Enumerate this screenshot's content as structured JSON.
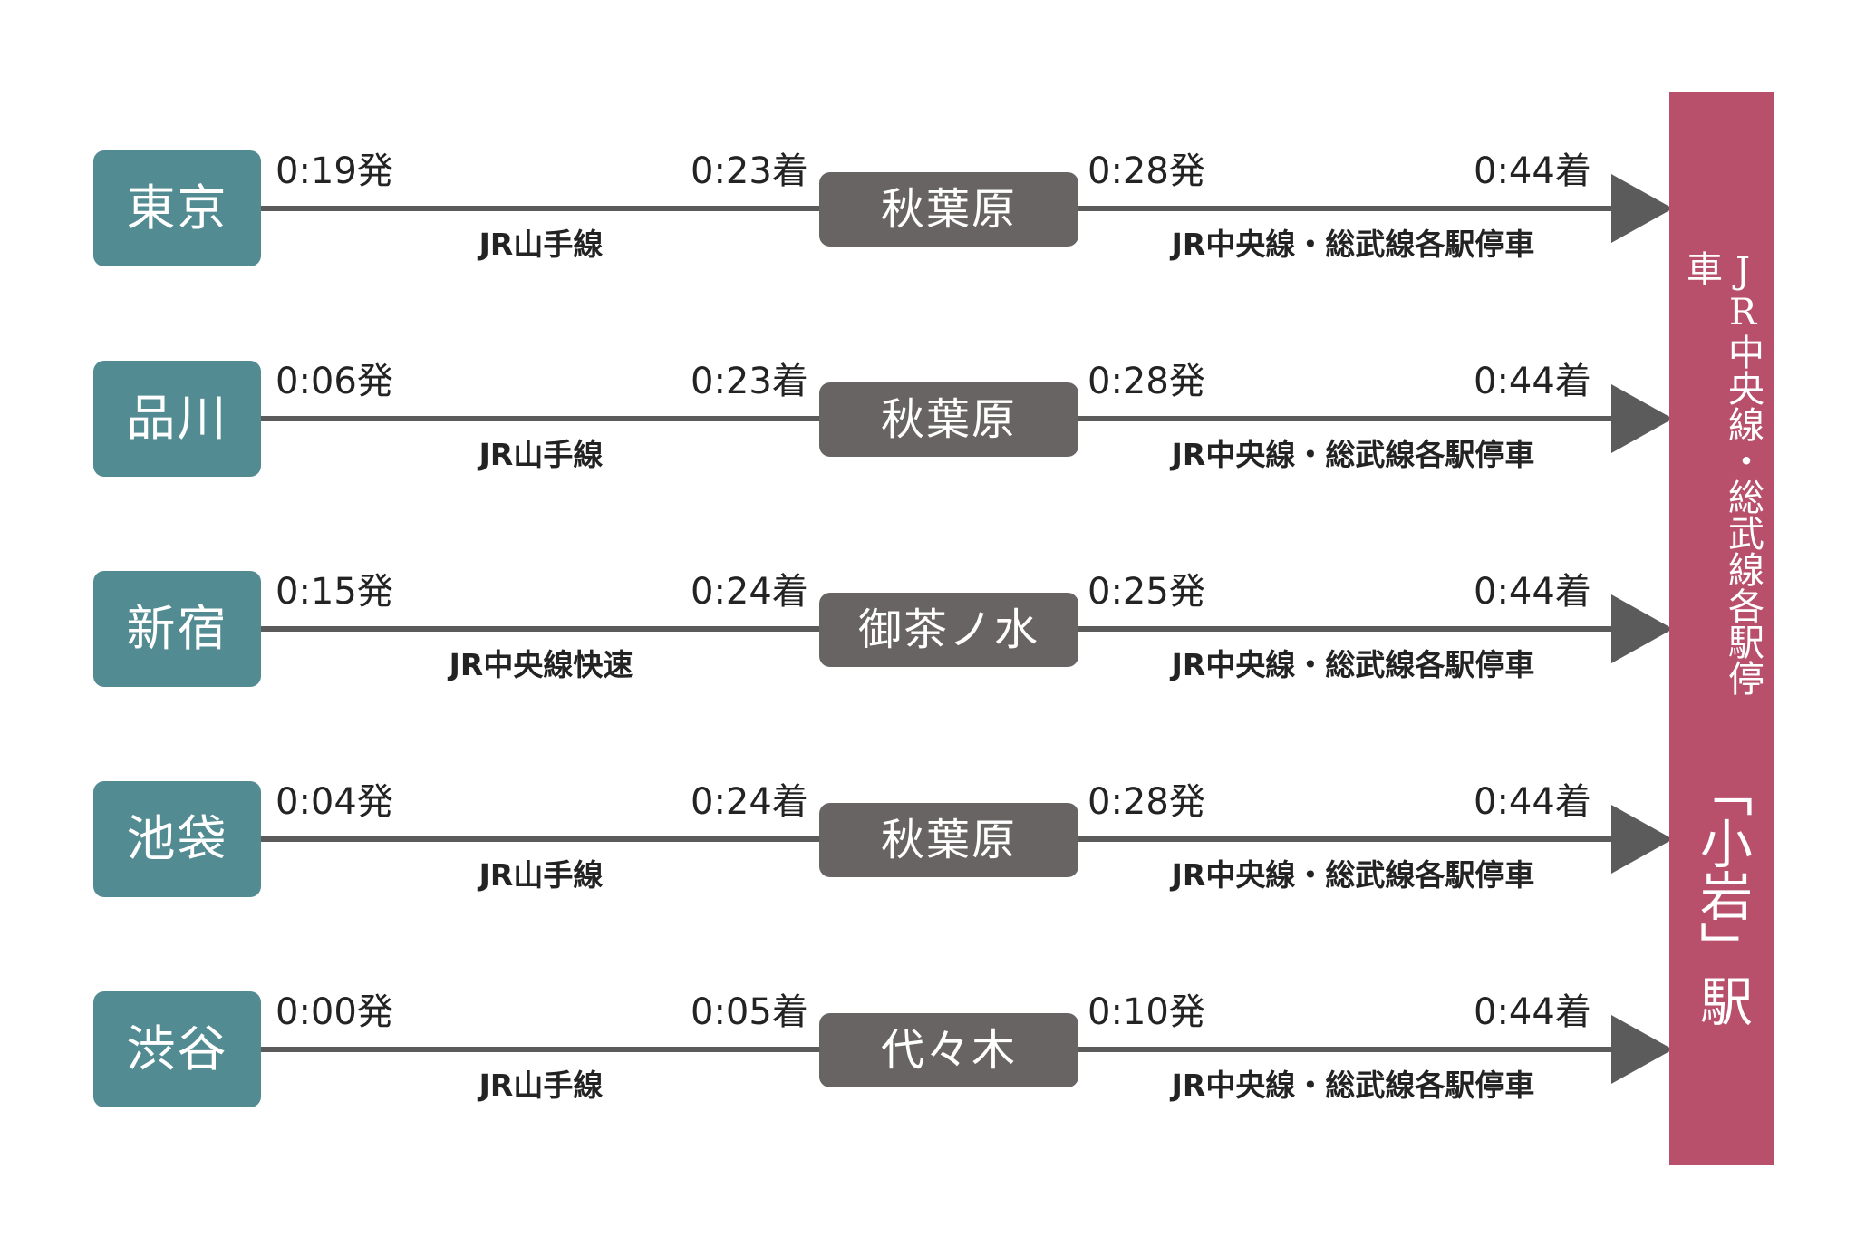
{
  "colors": {
    "origin_box": "#528b91",
    "transfer_box": "#686464",
    "destination_bar": "#b8506c",
    "route_line": "#5b5b5b"
  },
  "destination": {
    "line_name": "JR中央線・総武線各駅停車",
    "station": "「小岩」駅"
  },
  "routes": [
    {
      "origin": "東京",
      "depart": "0:19発",
      "first_line": "JR山手線",
      "transfer_arrive": "0:23着",
      "transfer_station": "秋葉原",
      "transfer_depart": "0:28発",
      "second_line": "JR中央線・総武線各駅停車",
      "final_arrive": "0:44着"
    },
    {
      "origin": "品川",
      "depart": "0:06発",
      "first_line": "JR山手線",
      "transfer_arrive": "0:23着",
      "transfer_station": "秋葉原",
      "transfer_depart": "0:28発",
      "second_line": "JR中央線・総武線各駅停車",
      "final_arrive": "0:44着"
    },
    {
      "origin": "新宿",
      "depart": "0:15発",
      "first_line": "JR中央線快速",
      "transfer_arrive": "0:24着",
      "transfer_station": "御茶ノ水",
      "transfer_depart": "0:25発",
      "second_line": "JR中央線・総武線各駅停車",
      "final_arrive": "0:44着"
    },
    {
      "origin": "池袋",
      "depart": "0:04発",
      "first_line": "JR山手線",
      "transfer_arrive": "0:24着",
      "transfer_station": "秋葉原",
      "transfer_depart": "0:28発",
      "second_line": "JR中央線・総武線各駅停車",
      "final_arrive": "0:44着"
    },
    {
      "origin": "渋谷",
      "depart": "0:00発",
      "first_line": "JR山手線",
      "transfer_arrive": "0:05着",
      "transfer_station": "代々木",
      "transfer_depart": "0:10発",
      "second_line": "JR中央線・総武線各駅停車",
      "final_arrive": "0:44着"
    }
  ]
}
